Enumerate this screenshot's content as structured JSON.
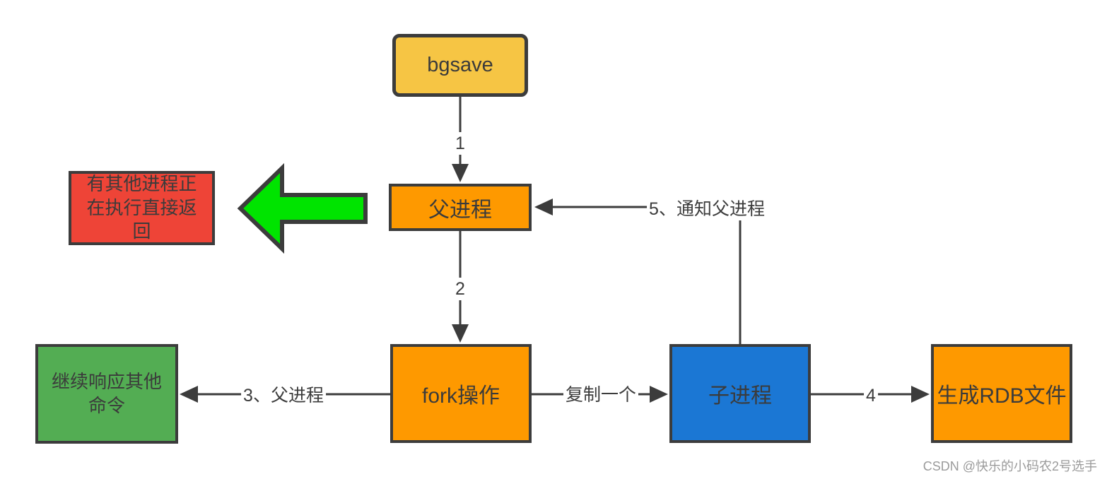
{
  "diagram": {
    "title": "bgsave flow",
    "colors": {
      "background": "#ffffff",
      "border": "#3c3c3c",
      "yellow": "#f6c544",
      "orange": "#fe9900",
      "red": "#ee4437",
      "green": "#53ad53",
      "blue": "#1b77d4",
      "block_arrow_green": "#00e400",
      "text": "#3b3b3b",
      "watermark": "#9b9b9b"
    },
    "nodes": {
      "bgsave": {
        "label": "bgsave"
      },
      "parent_process": {
        "label": "父进程"
      },
      "other_process_return": {
        "label": "有其他进程正在执行直接返回"
      },
      "fork_operation": {
        "label": "fork操作"
      },
      "continue_commands": {
        "label": "继续响应其他命令"
      },
      "child_process": {
        "label": "子进程"
      },
      "generate_rdb": {
        "label": "生成RDB文件"
      }
    },
    "edges": {
      "step1": {
        "label": "1"
      },
      "step2": {
        "label": "2"
      },
      "step3": {
        "label": "3、父进程"
      },
      "copy": {
        "label": "复制一个"
      },
      "step4": {
        "label": "4"
      },
      "step5": {
        "label": "5、通知父进程"
      }
    },
    "watermark": "CSDN @快乐的小码农2号选手"
  }
}
